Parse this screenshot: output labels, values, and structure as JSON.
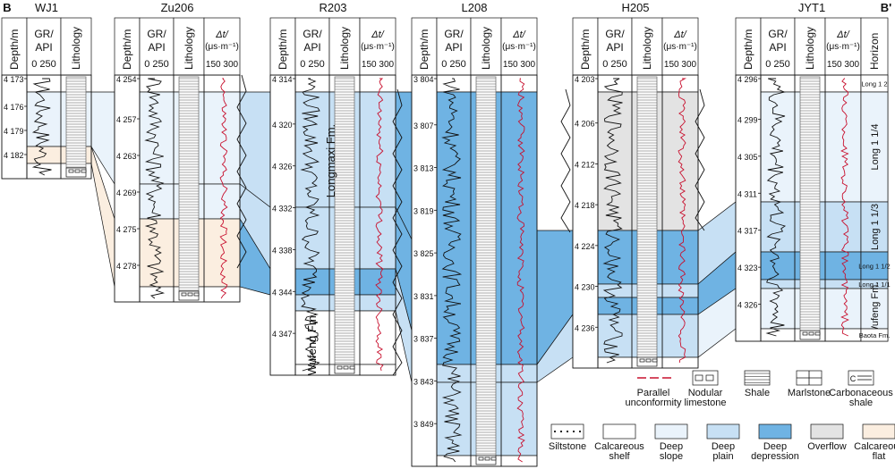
{
  "section": {
    "start_label": "B",
    "end_label": "B'"
  },
  "headers": {
    "depth": "Depth/m",
    "gr": "GR/ API",
    "gr_scale": "0 250",
    "lithology": "Lithology",
    "dt": "Δt/ (μs·m⁻¹)",
    "dt_scale": "150 300",
    "horizon": "Horizon"
  },
  "facies_colors": {
    "calcareous_shelf": "#ffffff",
    "deep_slope": "#eaf3fb",
    "deep_plain": "#c7e0f4",
    "deep_depression": "#6fb3e3",
    "overflow": "#e3e3e3",
    "calcareous_flat": "#fbeee0"
  },
  "wells": [
    {
      "id": "WJ1",
      "name": "WJ1",
      "has_dt": false,
      "depth_ticks": [
        "4 173",
        "4 176",
        "4 179",
        "4 182"
      ]
    },
    {
      "id": "Zu206",
      "name": "Zu206",
      "has_dt": true,
      "depth_ticks": [
        "4 254",
        "4 257",
        "4 263",
        "4 269",
        "4 275",
        "4 278"
      ]
    },
    {
      "id": "R203",
      "name": "R203",
      "has_dt": true,
      "depth_ticks": [
        "4 314",
        "4 320",
        "4 326",
        "4 332",
        "4 338",
        "4 344",
        "4 347"
      ],
      "labels": [
        "Longmaxi Fm.",
        "Wufeng Fm."
      ]
    },
    {
      "id": "L208",
      "name": "L208",
      "has_dt": true,
      "depth_ticks": [
        "3 804",
        "3 807",
        "3 813",
        "3 819",
        "3 825",
        "3 831",
        "3 837",
        "3 843",
        "3 849"
      ]
    },
    {
      "id": "H205",
      "name": "H205",
      "has_dt": true,
      "depth_ticks": [
        "4 203",
        "4 206",
        "4 212",
        "4 218",
        "4 224",
        "4 230",
        "4 236"
      ]
    },
    {
      "id": "JYT1",
      "name": "JYT1",
      "has_dt": true,
      "depth_ticks": [
        "4 296",
        "4 299",
        "4 305",
        "4 311",
        "4 317",
        "4 323",
        "4 326"
      ]
    }
  ],
  "horizons": [
    {
      "name": "Long 1",
      "sub": "2",
      "sup": ""
    },
    {
      "name": "Long 1",
      "sub": "1",
      "sup": "4"
    },
    {
      "name": "Long 1",
      "sub": "1",
      "sup": "3"
    },
    {
      "name": "Long 1",
      "sub": "1",
      "sup": "2"
    },
    {
      "name": "Long 1",
      "sub": "1",
      "sup": "1"
    },
    {
      "name": "Wufeng Fm.",
      "sub": "",
      "sup": ""
    },
    {
      "name": "Baota Fm.",
      "sub": "",
      "sup": ""
    }
  ],
  "legend": [
    {
      "key": "unconformity",
      "label": "Parallel unconformity"
    },
    {
      "key": "nodular",
      "label": "Nodular limestone"
    },
    {
      "key": "shale",
      "label": "Shale"
    },
    {
      "key": "marlstone",
      "label": "Marlstone"
    },
    {
      "key": "carbonaceous",
      "label": "Carbonaceous shale"
    },
    {
      "key": "siltstone",
      "label": "Siltstone"
    },
    {
      "key": "calcareous_shelf",
      "label": "Calcareous shelf"
    },
    {
      "key": "deep_slope",
      "label": "Deep slope"
    },
    {
      "key": "deep_plain",
      "label": "Deep plain"
    },
    {
      "key": "deep_depression",
      "label": "Deep depression"
    },
    {
      "key": "overflow",
      "label": "Overflow"
    },
    {
      "key": "calcareous_flat",
      "label": "Calcareous flat"
    }
  ]
}
